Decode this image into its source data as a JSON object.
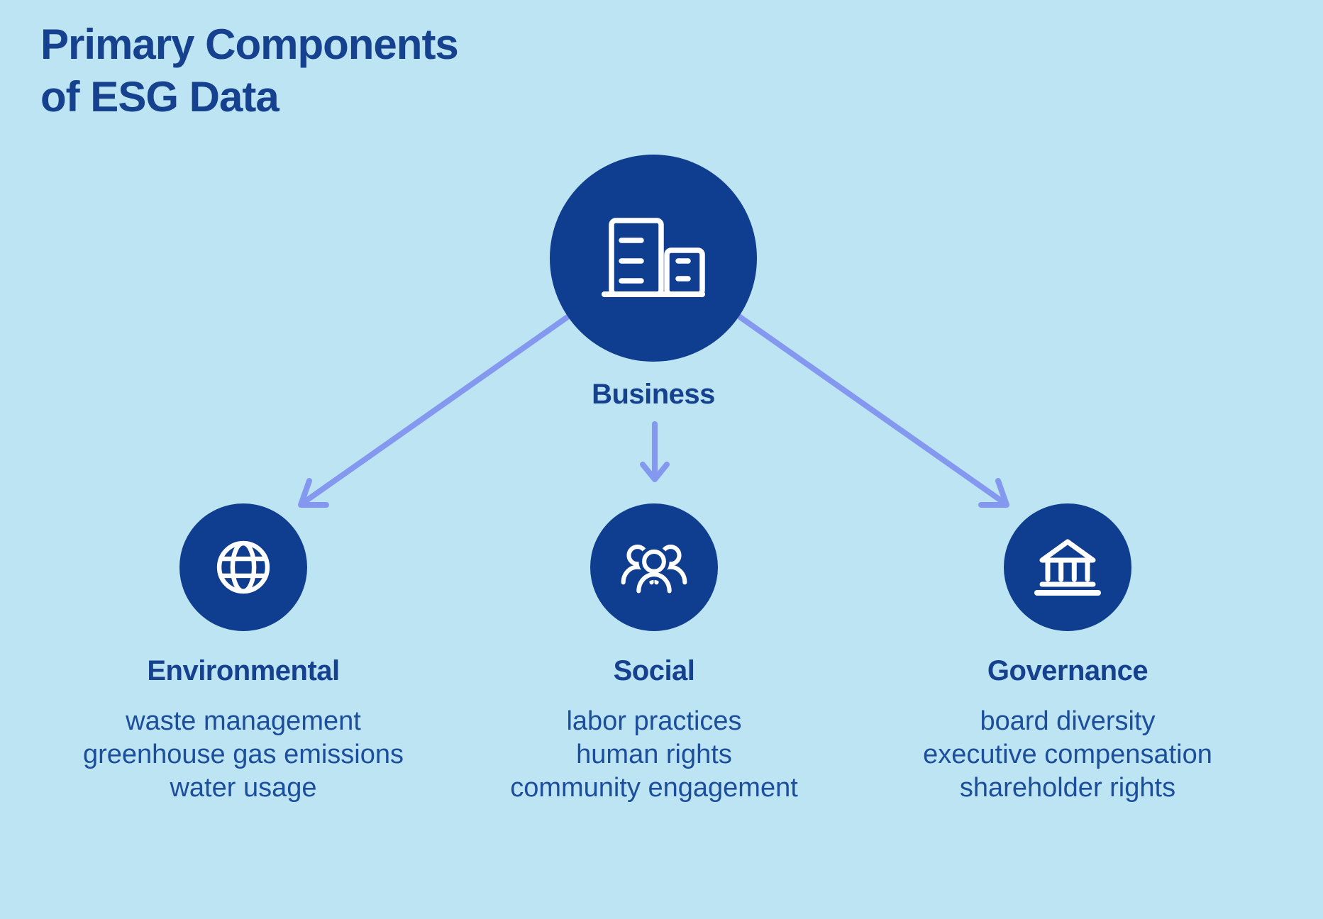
{
  "title": "Primary Components\nof ESG Data",
  "root": {
    "label": "Business",
    "icon": "buildings-icon"
  },
  "branches": [
    {
      "label": "Environmental",
      "icon": "globe-icon",
      "items": [
        "waste management",
        "greenhouse gas emissions",
        "water usage"
      ]
    },
    {
      "label": "Social",
      "icon": "people-icon",
      "items": [
        "labor practices",
        "human rights",
        "community engagement"
      ]
    },
    {
      "label": "Governance",
      "icon": "bank-icon",
      "items": [
        "board diversity",
        "executive compensation",
        "shareholder rights"
      ]
    }
  ],
  "colors": {
    "background": "#bce4f3",
    "node_fill": "#0f3d8f",
    "heading_text": "#16418e",
    "body_text": "#1d4e9b",
    "arrow": "#8598f0",
    "icon_stroke": "#ffffff"
  }
}
